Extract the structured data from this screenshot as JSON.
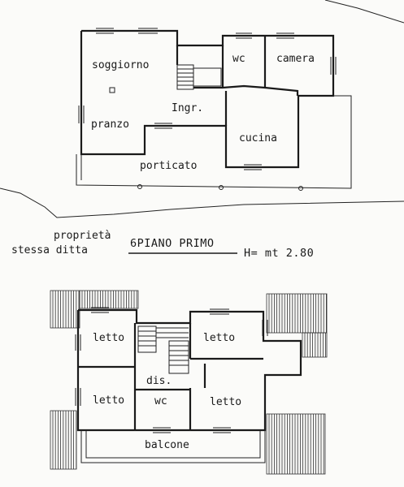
{
  "ground_floor": {
    "rooms": {
      "soggiorno": "soggiorno",
      "wc": "wc",
      "camera": "camera",
      "ingresso": "Ingr.",
      "pranzo": "pranzo",
      "cucina": "cucina",
      "porticato": "porticato"
    }
  },
  "caption": {
    "ownership_line1": "proprietà",
    "ownership_line2": "stessa ditta",
    "floor_title": "6PIANO PRIMO",
    "height_label": "H= mt 2.80"
  },
  "first_floor": {
    "rooms": {
      "letto_top_left": "letto",
      "letto_top_right": "letto",
      "dis": "dis.",
      "letto_bottom_left": "letto",
      "wc": "wc",
      "letto_bottom_right": "letto",
      "balcone": "balcone"
    }
  }
}
